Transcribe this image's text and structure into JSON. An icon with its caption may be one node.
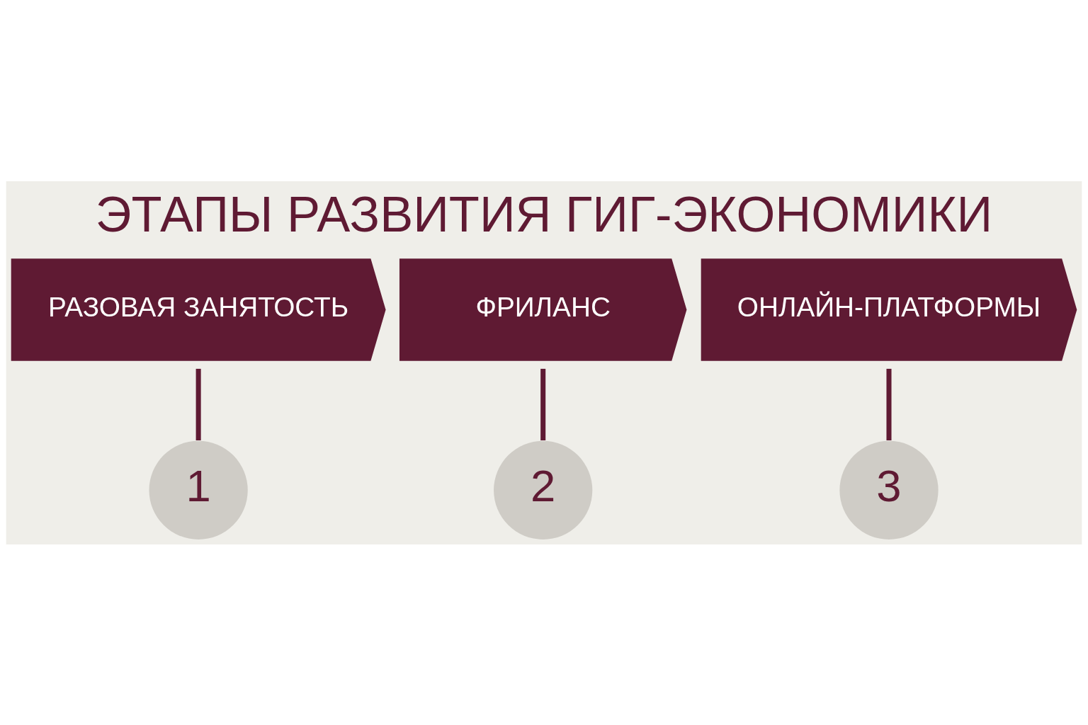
{
  "diagram": {
    "title": "ЭТАПЫ РАЗВИТИЯ ГИГ-ЭКОНОМИКИ",
    "nodes": [
      {
        "text": [
          "РАЗОВАЯ ЗАНЯТОСТЬ"
        ]
      },
      {
        "text": [
          "ФРИЛАНС"
        ]
      },
      {
        "text": [
          "ОНЛАЙН-ПЛАТФОРМЫ"
        ]
      },
      {
        "text": [
          "1"
        ]
      },
      {
        "text": [
          "2"
        ]
      },
      {
        "text": [
          "3"
        ]
      }
    ],
    "edges": [
      {
        "from": 0,
        "to": 3,
        "arrow": "none"
      },
      {
        "from": 1,
        "to": 4,
        "arrow": "none"
      },
      {
        "from": 2,
        "to": 5,
        "arrow": "none"
      }
    ]
  }
}
